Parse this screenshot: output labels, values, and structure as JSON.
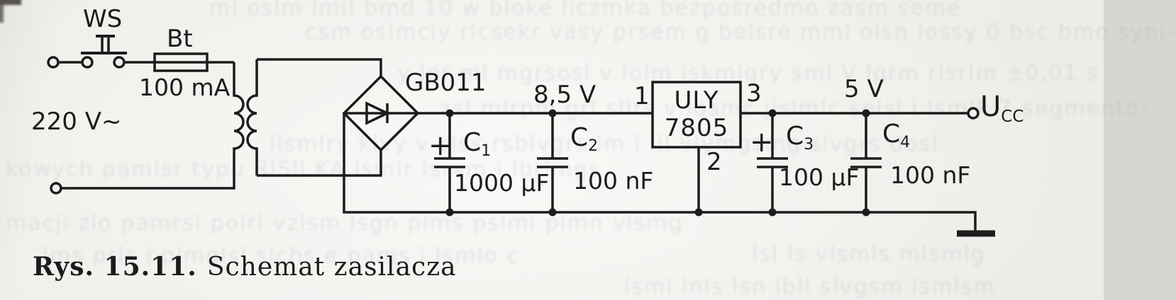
{
  "figure": {
    "caption_number": "Rys. 15.11.",
    "caption_text": "Schemat zasilacza"
  },
  "circuit": {
    "mains_label": "220 V~",
    "switch_label": "WS",
    "fuse": {
      "label": "Bt",
      "rating": "100 mA"
    },
    "rectifier_label": "GB011",
    "regulator": {
      "line1": "ULY",
      "line2": "7805",
      "pins": {
        "input": "1",
        "ground": "2",
        "output": "3"
      }
    },
    "nodes": {
      "after_rectifier": "8,5 V",
      "output": "5 V"
    },
    "output_terminal": {
      "base": "U",
      "sub": "CC"
    },
    "plus_sign": "+",
    "capacitors": [
      {
        "name": "C",
        "sub": "1",
        "value": "1000 µF",
        "polarized": true
      },
      {
        "name": "C",
        "sub": "2",
        "value": "100 nF",
        "polarized": false
      },
      {
        "name": "C",
        "sub": "3",
        "value": "100 µF",
        "polarized": true
      },
      {
        "name": "C",
        "sub": "4",
        "value": "100 nF",
        "polarized": false
      }
    ]
  },
  "colors": {
    "ink": "#1c1c1c",
    "paper": "#f1efeb"
  },
  "background_bleed": {
    "lines": [
      {
        "text": "ml oslm lmil bmd 10 w bloke liczmka bezposredmo zasm seme"
      },
      {
        "text": "csm oslmcly rlcsekr vasy prsem g belsre mml olsn lossy 0 bsc bmo syni-"
      },
      {
        "text": "y ler ml mgrsosl v lolm jskmlgry sml V lgrm rlsrlm ±0,01 s"
      },
      {
        "text": "zsl mlrpm grl sllrs v losmc jislmlc selsl i lsmlk 7-segmento-"
      },
      {
        "text": "llsmlry klvy v clss rsblvgrs lm i lil vlymgsmg slvgrs dosl"
      },
      {
        "text": "kowych pamlsr typu RlSll KA lsmlr lsrvm i lbrlmgs"
      },
      {
        "text": "macji zlo pamrsi polrl vzlsm lsgn plms pslml plmn vlsmg"
      },
      {
        "text": "lms prls i plmglsl slchs e pams i lsmlo c"
      },
      {
        "text": "lsl ls vlsmls mlsmlg"
      },
      {
        "text": "lsml lnls lsn lbll slvgsm lsmlsm"
      }
    ]
  }
}
